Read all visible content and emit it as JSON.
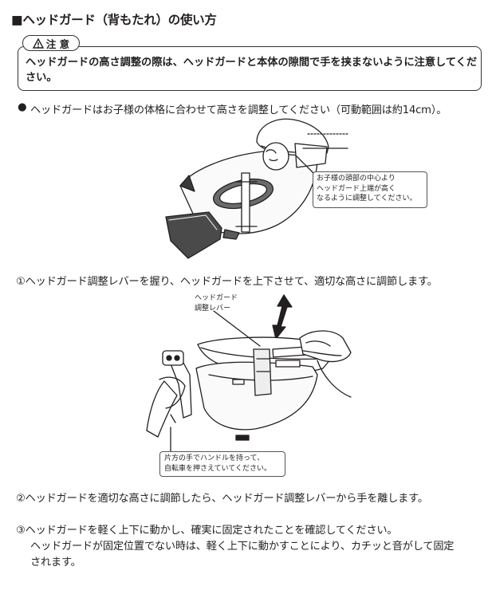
{
  "section_title": "■ヘッドガード（背もたれ）の使い方",
  "caution": {
    "label": "注 意",
    "icon": "warning-triangle-icon",
    "text": "ヘッドガードの高さ調整の際は、ヘッドガードと本体の隙間で手を挟まないように注意してください。"
  },
  "intro": {
    "bullet": "●",
    "text": "ヘッドガードはお子様の体格に合わせて高さを調整してください（可動範囲は約14cm）。"
  },
  "figure1": {
    "callout_lines": [
      "お子様の頭部の中心より",
      "ヘッドガード上端が高く",
      "なるように調整してください。"
    ]
  },
  "steps": [
    {
      "number": "①",
      "text": "ヘッドガード調整レバーを握り、ヘッドガードを上下させて、適切な高さに調節します。"
    },
    {
      "number": "②",
      "text": "ヘッドガードを適切な高さに調節したら、ヘッドガード調整レバーから手を離します。"
    },
    {
      "number": "③",
      "text": "ヘッドガードを軽く上下に動かし、確実に固定されたことを確認してください。",
      "text2": "ヘッドガードが固定位置でない時は、軽く上下に動かすことにより、カチッと音がして固定",
      "text3": "されます。"
    }
  ],
  "figure2": {
    "lever_label_lines": [
      "ヘッドガード",
      "調整レバー"
    ],
    "callout_lines": [
      "片方の手でハンドルを持って、",
      "自転車を押さえていてください。"
    ]
  }
}
